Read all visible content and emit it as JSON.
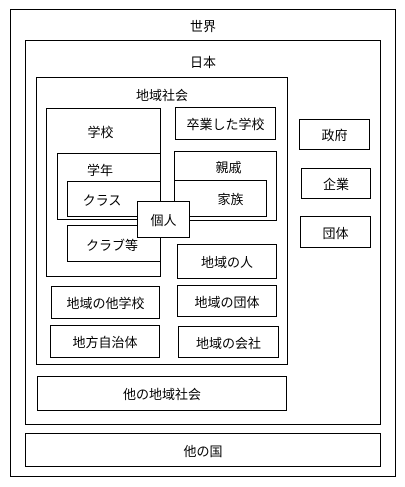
{
  "world": "世界",
  "japan": "日本",
  "local_community": "地域社会",
  "school": "学校",
  "grade": "学年",
  "class": "クラス",
  "club": "クラブ等",
  "individual": "個人",
  "graduated_school": "卒業した学校",
  "relatives": "親戚",
  "family": "家族",
  "local_people": "地域の人",
  "local_other_school": "地域の他学校",
  "local_group": "地域の団体",
  "local_government": "地方自治体",
  "local_company": "地域の会社",
  "other_local_community": "他の地域社会",
  "government": "政府",
  "company": "企業",
  "organization": "団体",
  "other_country": "他の国"
}
